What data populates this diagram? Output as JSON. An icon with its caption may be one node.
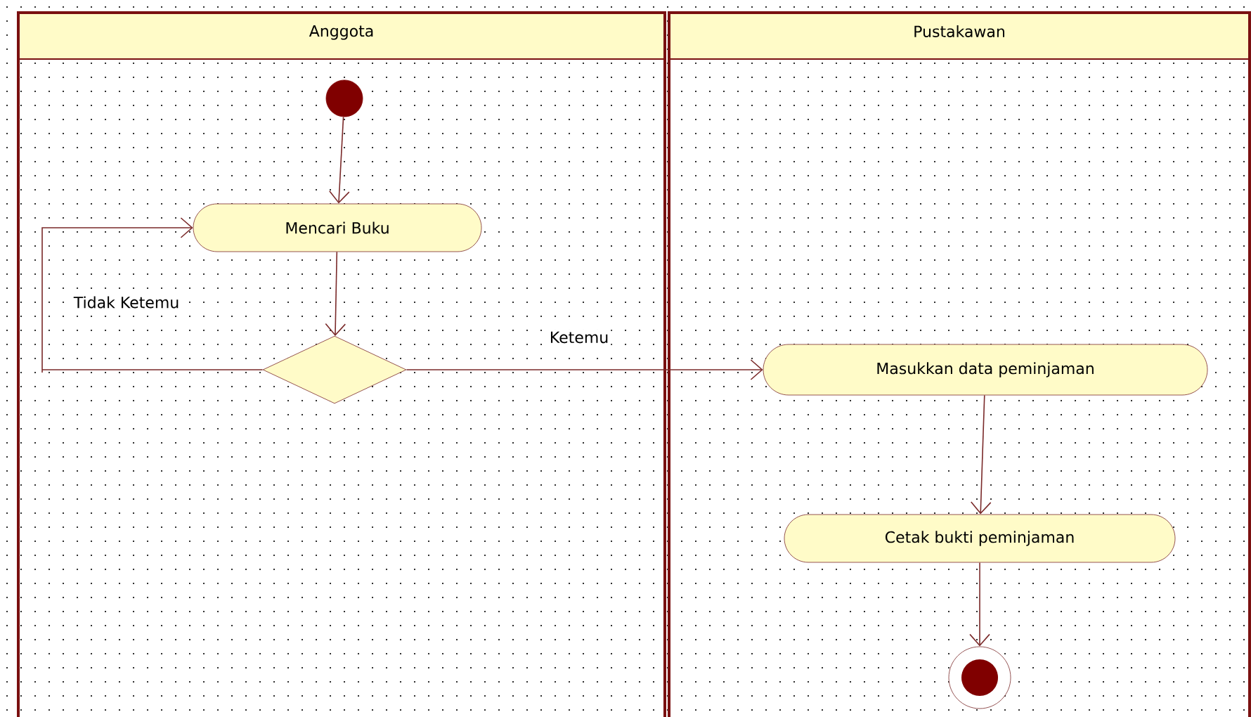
{
  "diagram": {
    "nodes": [
      {
        "text": [
          "Anggota"
        ]
      },
      {
        "text": [
          "Pustakawan"
        ]
      },
      {
        "text": [],
        "shape": "circle",
        "in": 0
      },
      {
        "text": [
          "Mencari Buku"
        ],
        "in": 0
      },
      {
        "text": [],
        "shape": "diamond",
        "in": 0
      },
      {
        "text": [
          "Masukkan data peminjaman"
        ],
        "in": 1
      },
      {
        "text": [
          "Cetak bukti peminjaman"
        ],
        "in": 1
      },
      {
        "text": [],
        "shape": "circle",
        "in": 1
      }
    ],
    "edges": [
      {
        "from": 2,
        "to": 3,
        "arrow": "to"
      },
      {
        "from": 3,
        "to": 4,
        "arrow": "to"
      },
      {
        "from": 4,
        "to": 3,
        "arrow": "to",
        "label": "Tidak Ketemu"
      },
      {
        "from": 4,
        "to": 5,
        "arrow": "to",
        "label": "Ketemu"
      },
      {
        "from": 5,
        "to": 6,
        "arrow": "to"
      },
      {
        "from": 6,
        "to": 7,
        "arrow": "to"
      }
    ]
  }
}
